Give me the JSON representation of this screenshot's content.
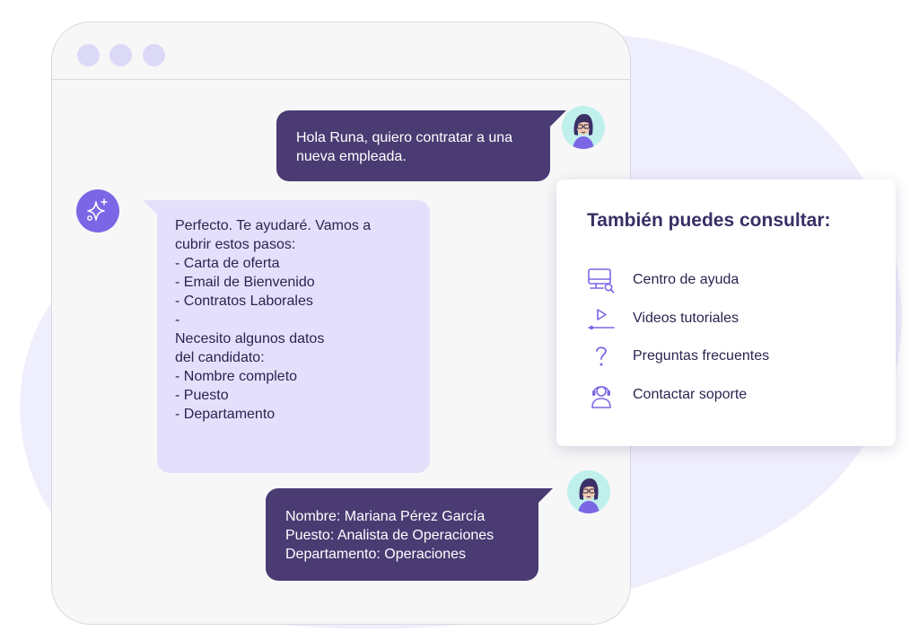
{
  "colors": {
    "accent": "#7b67e6",
    "user_bubble": "#4a3b73",
    "bot_bubble": "#e4e0fc",
    "background_blob": "#efeefd",
    "avatar_bg": "#bff0ec"
  },
  "chat": {
    "messages": [
      {
        "sender": "user",
        "lines": [
          "Hola Runa, quiero contratar a una",
          "nueva empleada."
        ]
      },
      {
        "sender": "bot",
        "lines": [
          "Perfecto. Te ayudaré. Vamos a",
          "cubrir estos pasos:",
          "",
          "- Carta de oferta",
          "- Email de Bienvenido",
          "- Contratos Laborales",
          "-",
          "Necesito algunos datos",
          "del candidato:",
          "",
          "- Nombre completo",
          "- Puesto",
          "- Departamento"
        ]
      },
      {
        "sender": "user",
        "lines": [
          "Nombre: Mariana Pérez García",
          "Puesto: Analista de Operaciones",
          "Departamento: Operaciones"
        ]
      }
    ]
  },
  "help_card": {
    "title": "También puedes consultar:",
    "items": [
      {
        "icon": "monitor-search-icon",
        "label": "Centro de ayuda"
      },
      {
        "icon": "play-icon",
        "label": "Videos tutoriales"
      },
      {
        "icon": "question-mark-icon",
        "label": "Preguntas frecuentes"
      },
      {
        "icon": "headset-support-icon",
        "label": "Contactar soporte"
      }
    ]
  }
}
